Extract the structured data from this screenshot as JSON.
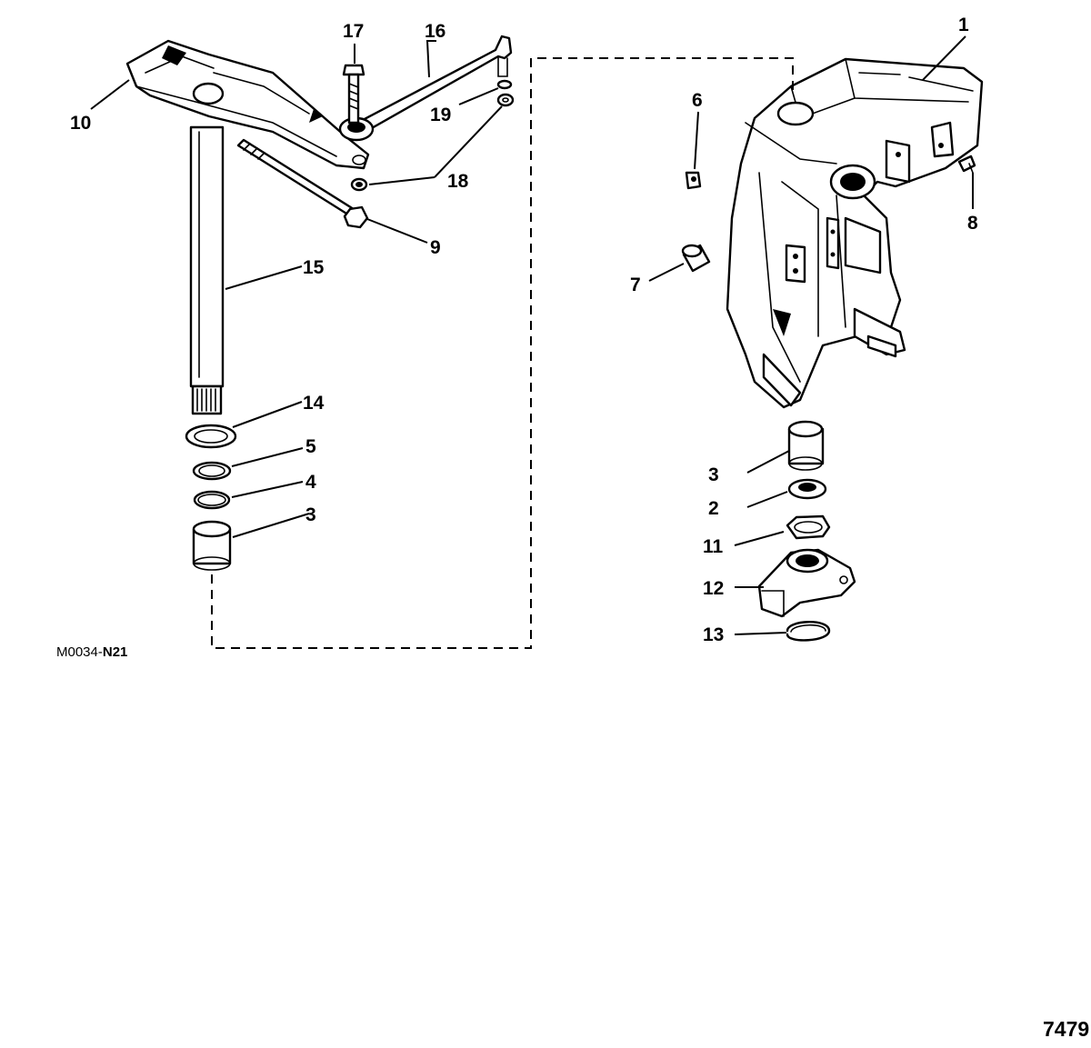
{
  "callouts": {
    "c1": "1",
    "c2": "2",
    "c3_left": "3",
    "c3_right": "3",
    "c4": "4",
    "c5": "5",
    "c6": "6",
    "c7": "7",
    "c8": "8",
    "c9": "9",
    "c10": "10",
    "c11": "11",
    "c12": "12",
    "c13": "13",
    "c14": "14",
    "c15": "15",
    "c16": "16",
    "c17": "17",
    "c18": "18",
    "c19": "19"
  },
  "figure": {
    "code_prefix": "M0034-",
    "code_suffix": "N21",
    "sheet_number": "7479"
  }
}
